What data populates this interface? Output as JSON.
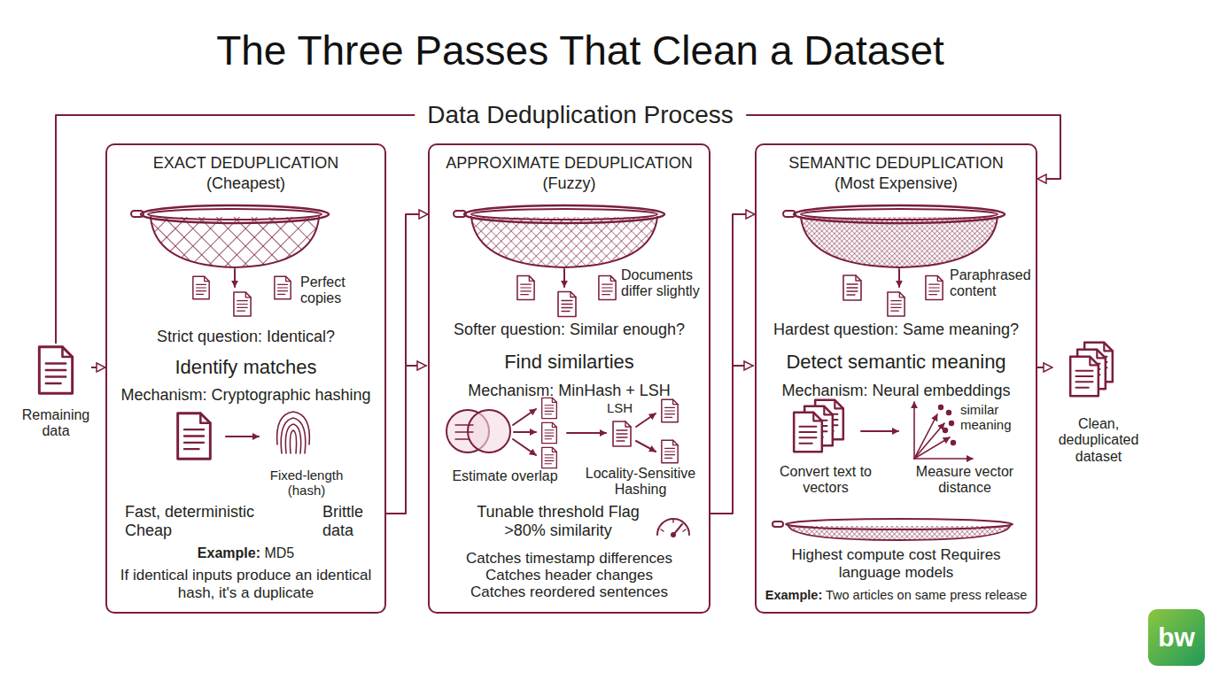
{
  "diagram": {
    "title": "The Three Passes That Clean a Dataset",
    "nodes": [
      {
        "text": [
          "Remaining data"
        ]
      },
      {
        "text": [
          "EXACT DEDUPLICATION",
          "(Cheapest)",
          "Perfect copies",
          "Strict question: Identical?",
          "Identify matches",
          "Mechanism: Cryptographic hashing",
          "Fixed-length (hash)",
          "Fast, deterministic Cheap",
          "Brittle data",
          "Example: MD5",
          "If identical inputs produce an identical hash, it's a duplicate"
        ]
      },
      {
        "text": [
          "APPROXIMATE DEDUPLICATION",
          "(Fuzzy)",
          "Documents differ slightly",
          "Softer question: Similar enough?",
          "Find similarties",
          "Mechanism: MinHash + LSH",
          "Estimate overlap",
          "LSH",
          "Locality-Sensitive Hashing",
          "Tunable threshold Flag >80% similarity",
          "Catches timestamp differences",
          "Catches header changes",
          "Catches reordered sentences"
        ]
      },
      {
        "text": [
          "SEMANTIC DEDUPLICATION",
          "(Most Expensive)",
          "Paraphrased content",
          "Hardest question: Same meaning?",
          "Detect semantic meaning",
          "Mechanism: Neural embeddings",
          "similar meaning",
          "Convert text to vectors",
          "Measure vector distance",
          "Highest compute cost Requires language models",
          "Example: Two articles on same press release"
        ]
      },
      {
        "text": [
          "Clean, deduplicated dataset"
        ]
      }
    ],
    "edges": [
      {
        "from": 0,
        "to": 1,
        "arrow": "to"
      },
      {
        "from": 1,
        "to": 2,
        "arrow": "to"
      },
      {
        "from": 2,
        "to": 3,
        "arrow": "to"
      },
      {
        "from": 3,
        "to": 4,
        "arrow": "to"
      },
      {
        "from": 0,
        "to": 3,
        "label": "Data Deduplication Process",
        "arrow": "to"
      }
    ],
    "labels": [
      "bw"
    ]
  }
}
